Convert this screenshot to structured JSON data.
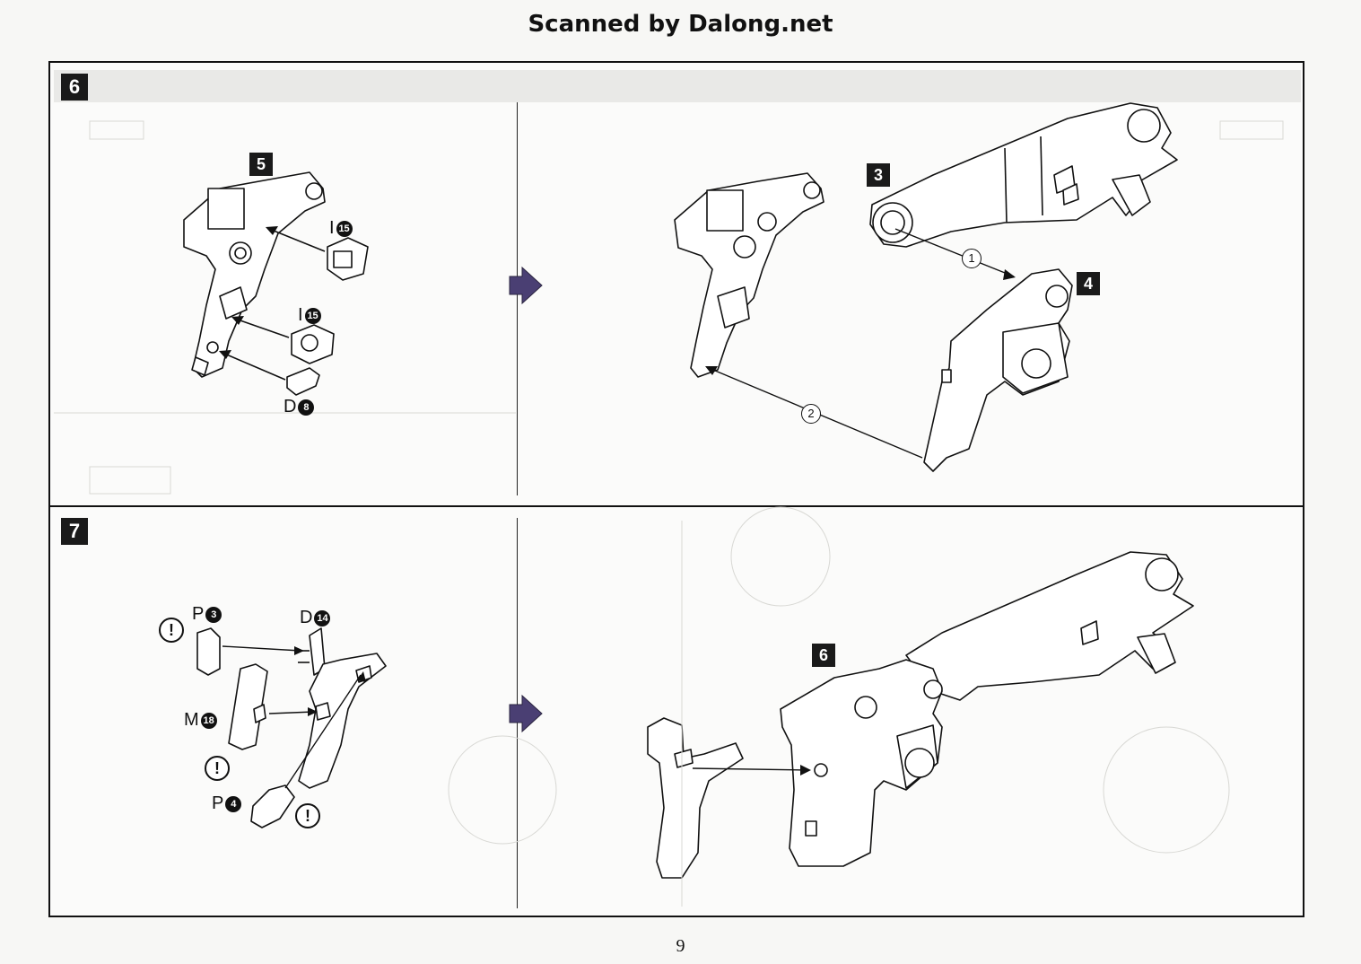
{
  "header": {
    "title": "Scanned by Dalong.net"
  },
  "steps": [
    {
      "number": "6",
      "part_badges": [
        "5",
        "3",
        "4"
      ],
      "callouts": [
        {
          "letter": "I",
          "num": "15"
        },
        {
          "letter": "I",
          "num": "15"
        },
        {
          "letter": "D",
          "num": "8"
        }
      ],
      "order_marks": [
        "1",
        "2"
      ]
    },
    {
      "number": "7",
      "part_badges": [
        "6"
      ],
      "callouts": [
        {
          "letter": "P",
          "num": "3"
        },
        {
          "letter": "D",
          "num": "14"
        },
        {
          "letter": "M",
          "num": "18"
        },
        {
          "letter": "P",
          "num": "4"
        }
      ],
      "caution_symbol": "!"
    }
  ],
  "icons": {
    "next_arrow": "right-arrow-icon",
    "caution": "caution-icon"
  },
  "colors": {
    "ink": "#111111",
    "paper": "#f7f7f5",
    "arrow_fill": "#4a3f73"
  },
  "page_number": "9"
}
